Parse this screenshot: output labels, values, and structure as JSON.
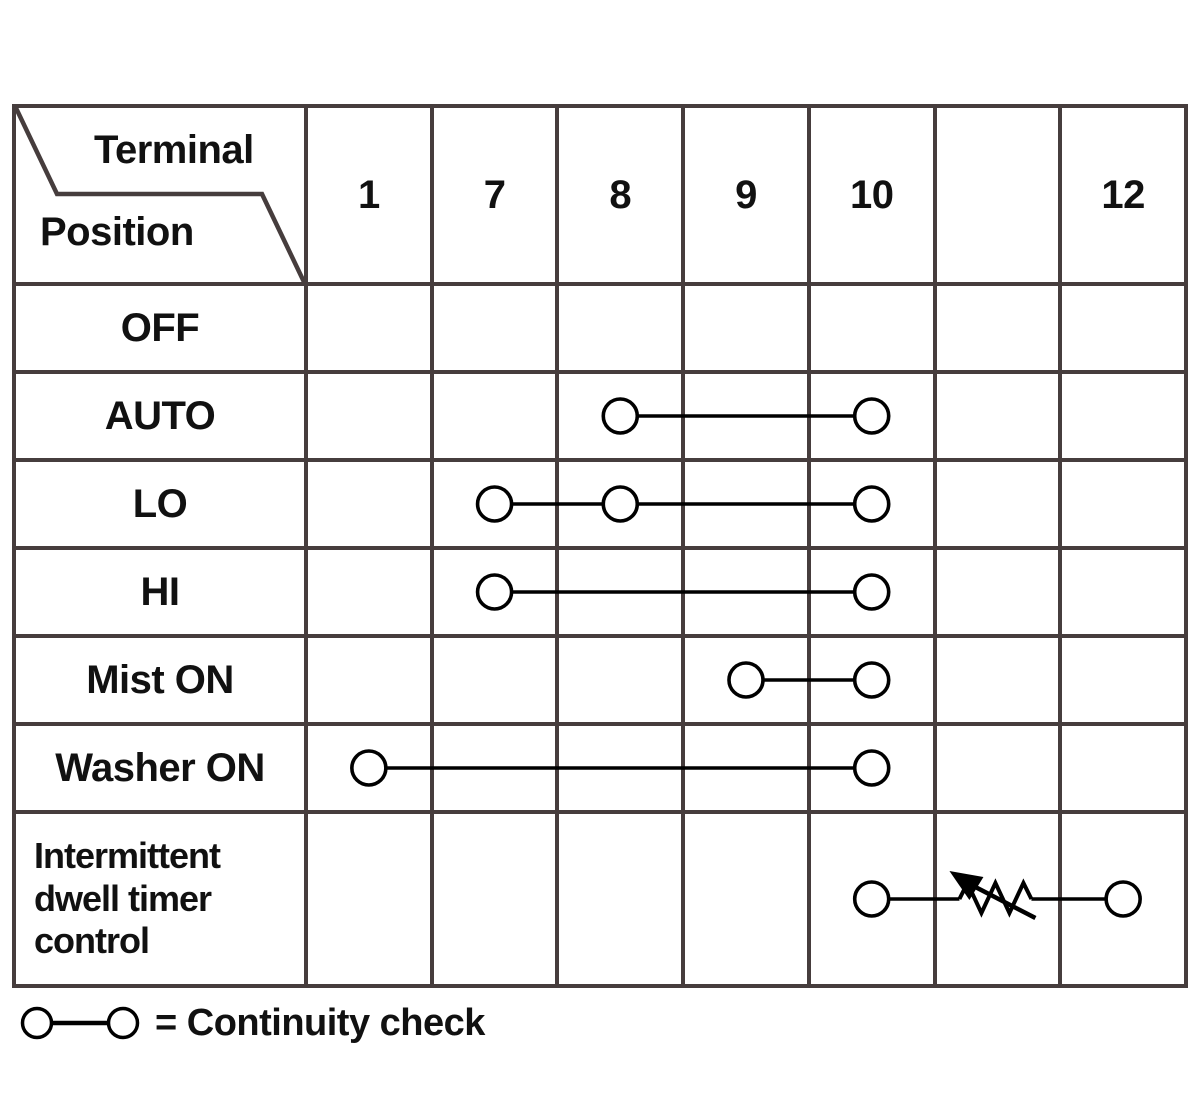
{
  "colors": {
    "grid_line": "#463d3d",
    "wire": "#000000",
    "text": "#111111",
    "background": "#ffffff"
  },
  "table": {
    "corner": {
      "top_label": "Terminal",
      "bottom_label": "Position"
    },
    "terminals": [
      "1",
      "7",
      "8",
      "9",
      "10",
      "",
      "12"
    ],
    "rows": [
      {
        "label": "OFF",
        "connections": []
      },
      {
        "label": "AUTO",
        "connections": [
          {
            "type": "wire",
            "terminals": [
              "8",
              "10"
            ]
          }
        ]
      },
      {
        "label": "LO",
        "connections": [
          {
            "type": "wire",
            "terminals": [
              "7",
              "8",
              "10"
            ]
          }
        ]
      },
      {
        "label": "HI",
        "connections": [
          {
            "type": "wire",
            "terminals": [
              "7",
              "10"
            ]
          }
        ]
      },
      {
        "label": "Mist ON",
        "connections": [
          {
            "type": "wire",
            "terminals": [
              "9",
              "10"
            ]
          }
        ]
      },
      {
        "label": "Washer ON",
        "connections": [
          {
            "type": "wire",
            "terminals": [
              "1",
              "10"
            ]
          }
        ]
      },
      {
        "label": "Intermittent dwell timer control",
        "connections": [
          {
            "type": "variable-resistor",
            "terminals": [
              "10",
              "12"
            ]
          }
        ]
      }
    ]
  },
  "legend": {
    "symbol": "circle-line-circle",
    "label": "= Continuity check"
  }
}
